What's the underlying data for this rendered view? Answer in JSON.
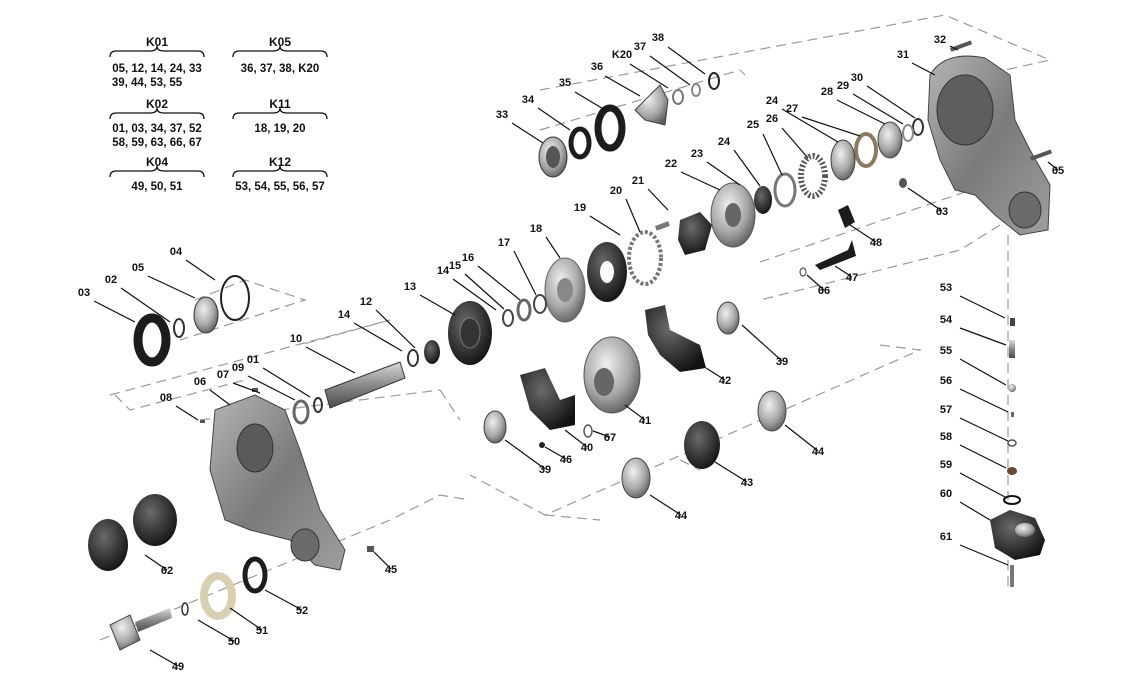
{
  "kits": [
    {
      "title": "K01",
      "lines": [
        "05, 12, 14, 24, 33",
        "39, 44, 53, 55"
      ]
    },
    {
      "title": "K05",
      "lines": [
        "36, 37, 38, K20"
      ]
    },
    {
      "title": "K02",
      "lines": [
        "01, 03, 34, 37, 52",
        "58, 59, 63, 66, 67"
      ]
    },
    {
      "title": "K11",
      "lines": [
        "18, 19, 20"
      ]
    },
    {
      "title": "K04",
      "lines": [
        "49, 50, 51"
      ]
    },
    {
      "title": "K12",
      "lines": [
        "53, 54, 55, 56, 57"
      ]
    }
  ],
  "callouts": [
    "38",
    "32",
    "37",
    "K20",
    "31",
    "36",
    "35",
    "34",
    "33",
    "30",
    "29",
    "28",
    "27",
    "24",
    "26",
    "25",
    "22",
    "23",
    "24",
    "21",
    "20",
    "19",
    "65",
    "63",
    "48",
    "18",
    "17",
    "47",
    "66",
    "16",
    "15",
    "14",
    "13",
    "04",
    "05",
    "02",
    "03",
    "12",
    "14",
    "10",
    "01",
    "09",
    "07",
    "06",
    "08",
    "39",
    "42",
    "41",
    "40",
    "67",
    "46",
    "39",
    "44",
    "43",
    "44",
    "53",
    "54",
    "55",
    "56",
    "57",
    "58",
    "59",
    "60",
    "61",
    "45",
    "62",
    "52",
    "51",
    "50",
    "49"
  ],
  "colors": {
    "metal_light": "#c9c9c9",
    "metal_dark": "#6e6e6e",
    "rubber": "#1c1c1c",
    "bronze": "#a08a6a",
    "housing": "#8f8f8f"
  }
}
